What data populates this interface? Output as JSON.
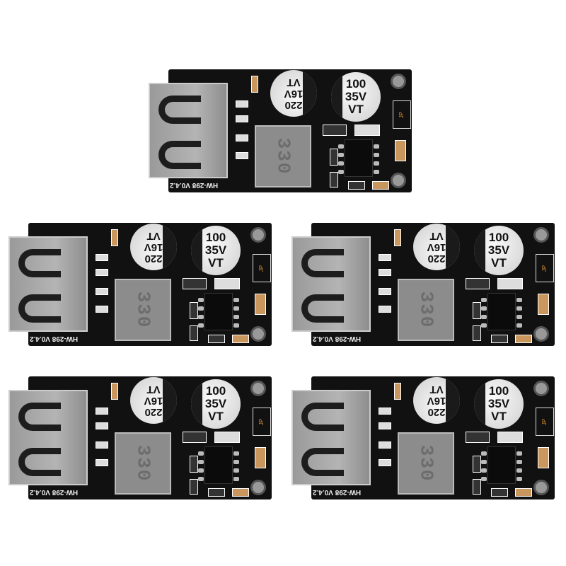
{
  "product": {
    "board_label": "HW-298 V0.4.2",
    "cap_input": {
      "value": "220",
      "voltage": "16V",
      "series": "VT"
    },
    "cap_output": {
      "value": "100",
      "voltage": "35V",
      "series": "VT"
    },
    "inductor_marking": "330",
    "jumper_label": "JP",
    "count": 5
  }
}
